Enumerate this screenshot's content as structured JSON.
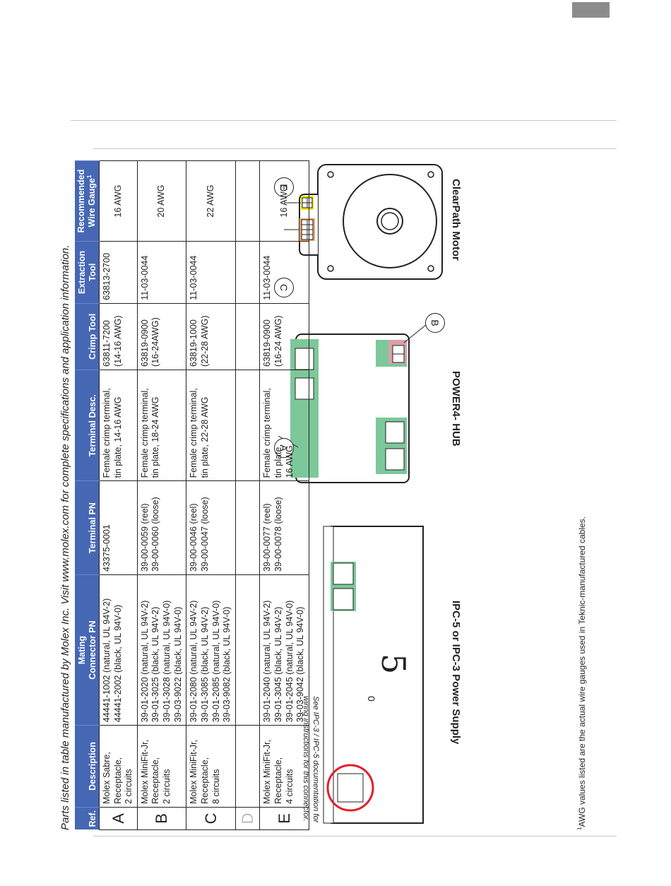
{
  "caption": "Parts listed in table manufactured by Molex Inc. Visit www.molex.com for complete specifications and application information.",
  "headers": {
    "ref": "Ref.",
    "description": "Description",
    "mating_pn_line1": "Mating",
    "mating_pn_line2": "Connector PN",
    "terminal_pn": "Terminal PN",
    "terminal_desc": "Terminal Desc.",
    "crimp_tool": "Crimp Tool",
    "extraction_line1": "Extraction",
    "extraction_line2": "Tool",
    "gauge_line1": "Recommended",
    "gauge_line2": "Wire Gauge",
    "gauge_sup": "1"
  },
  "rows": [
    {
      "ref": "A",
      "desc": [
        "Molex Sabre,",
        "Receptacle,",
        "2 circuits"
      ],
      "mating": [
        "44441-1002 (natural, UL 94V-2)",
        "44441-2002 (black, UL 94V-0)"
      ],
      "terminal_pn": [
        "43375-0001"
      ],
      "terminal_desc": [
        "Female crimp terminal,",
        "tin plate, 14-16 AWG"
      ],
      "crimp": [
        "63811-7200",
        "(14-16 AWG)"
      ],
      "extraction": [
        "63813-2700"
      ],
      "gauge": "16 AWG"
    },
    {
      "ref": "B",
      "desc": [
        "Molex MiniFit-Jr,",
        "Receptacle,",
        "2 circuits"
      ],
      "mating": [
        "39-01-2020 (natural, UL 94V-2)",
        "39-01-3025 (black, UL 94V-2)",
        "39-01-3028 (natural, UL 94V-0)",
        "39-03-9022 (black, UL 94V-0)"
      ],
      "terminal_pn": [
        "39-00-0059 (reel)",
        "39-00-0060 (loose)"
      ],
      "terminal_desc": [
        "Female crimp terminal,",
        "tin plate, 18-24 AWG"
      ],
      "crimp": [
        "63819-0900",
        "(16-24AWG)"
      ],
      "extraction": [
        "11-03-0044"
      ],
      "gauge": "20 AWG"
    },
    {
      "ref": "C",
      "desc": [
        "Molex MiniFit-Jr,",
        "Receptacle,",
        "8 circuits"
      ],
      "mating": [
        "39-01-2080 (natural, UL 94V-2)",
        "39-01-3085 (black, UL 94V-2)",
        "39-01-2085 (natural, UL 94V-0)",
        "39-03-9082 (black, UL 94V-0)"
      ],
      "terminal_pn": [
        "39-00-0046 (reel)",
        "39-00-0047 (loose)"
      ],
      "terminal_desc": [
        "Female crimp terminal,",
        "tin plate, 22-28 AWG"
      ],
      "crimp": [
        "63819-1000",
        "(22-28 AWG)"
      ],
      "extraction": [
        "11-03-0044"
      ],
      "gauge": "22 AWG"
    },
    {
      "ref": "D",
      "desc": [],
      "mating": [],
      "terminal_pn": [],
      "terminal_desc": [],
      "crimp": [],
      "extraction": [],
      "gauge": ""
    },
    {
      "ref": "E",
      "desc": [
        "Molex MiniFit-Jr,",
        "Receptacle,",
        "4 circuits"
      ],
      "mating": [
        "39-01-2040 (natural, UL 94V-2)",
        "39-01-3045 (black, UL 94V-2)",
        "39-01-2045 (natural, UL 94V-0)",
        "39-03-9042 (black, UL 94V-0)"
      ],
      "terminal_pn": [
        "39-00-0077 (reel)",
        "39-00-0078 (loose)"
      ],
      "terminal_desc": [
        "Female crimp terminal,",
        "tin plate,",
        "16 AWG"
      ],
      "crimp": [
        "63819-0900",
        "(16-24 AWG)"
      ],
      "extraction": [
        "11-03-0044"
      ],
      "gauge": "16 AWG"
    }
  ],
  "footnote_sup": "1",
  "footnote": "AWG values listed are the actual wire gauges used in Teknic-manufactured cables.",
  "diagrams": {
    "ipc_note_line1": "See IPC-3 / IPC-5 documentation for",
    "ipc_note_line2": "wiring instructions for this connector.",
    "ipc_caption": "IPC-5 or IPC-3 Power Supply",
    "ipc_big_digit": "5",
    "ipc_small_digit": "0",
    "hub_caption": "POWER4- HUB",
    "motor_caption": "ClearPath Motor",
    "callout_a": "A",
    "callout_b": "B",
    "callout_c": "C",
    "callout_e": "E"
  },
  "colors": {
    "header_blue": "#4667b4",
    "green_highlight": "#7cc89a",
    "pink_highlight": "#d9a0a8",
    "orange_highlight": "#f4a460",
    "yellow_highlight": "#f5e600",
    "red_circle": "#e0202a"
  }
}
